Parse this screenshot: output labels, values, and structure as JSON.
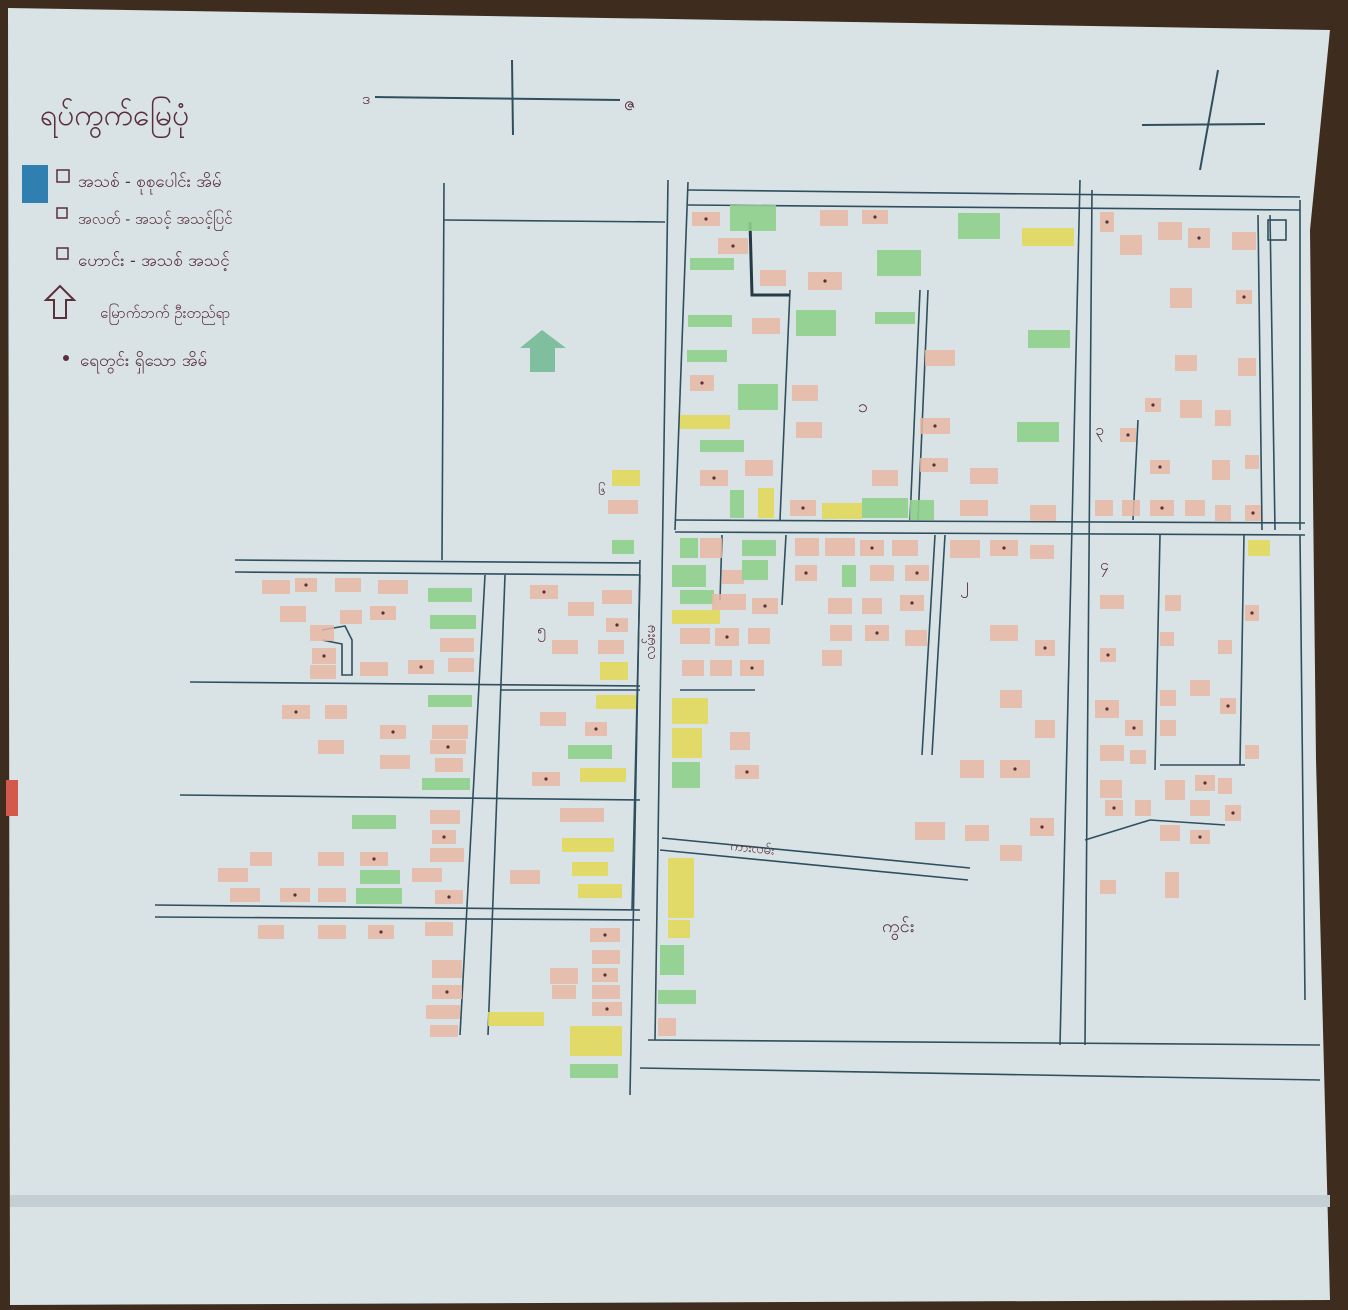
{
  "map": {
    "title": "ရပ်ကွက်မြေပုံ",
    "compass": {
      "west": "ဒ",
      "east": "ဇ"
    },
    "legend": [
      {
        "symbol": "square",
        "text": "အသစ် - စုစုပေါင်း အိမ်"
      },
      {
        "symbol": "square",
        "text": "အလတ် - အသင့် အသင့်ပြင်"
      },
      {
        "symbol": "square",
        "text": "ဟောင်း - အသစ် အသင့်"
      },
      {
        "symbol": "arrow",
        "text": "မြောက်ဘက် ဦးတည်ရာ"
      },
      {
        "symbol": "dot",
        "text": "ရေတွင်း ရှိသော အိမ်"
      }
    ],
    "block_labels": [
      "၁",
      "၂",
      "၃",
      "၄",
      "၅",
      "၆"
    ],
    "road_label": "လမ်းမ",
    "lower_road_label": "ကားလမ်း",
    "field_label": "ကွင်း",
    "colors": {
      "paper": "#d9e3e6",
      "road_line": "#2f4f5e",
      "house_new": "#e8b7a3",
      "house_mid": "#8fcf8c",
      "house_old": "#e2d85a",
      "north_arrow": "#7fbf9f",
      "ink": "#5a2f3a",
      "blue_tab": "#2f7fb0",
      "red_tab": "#d35a4a"
    }
  }
}
